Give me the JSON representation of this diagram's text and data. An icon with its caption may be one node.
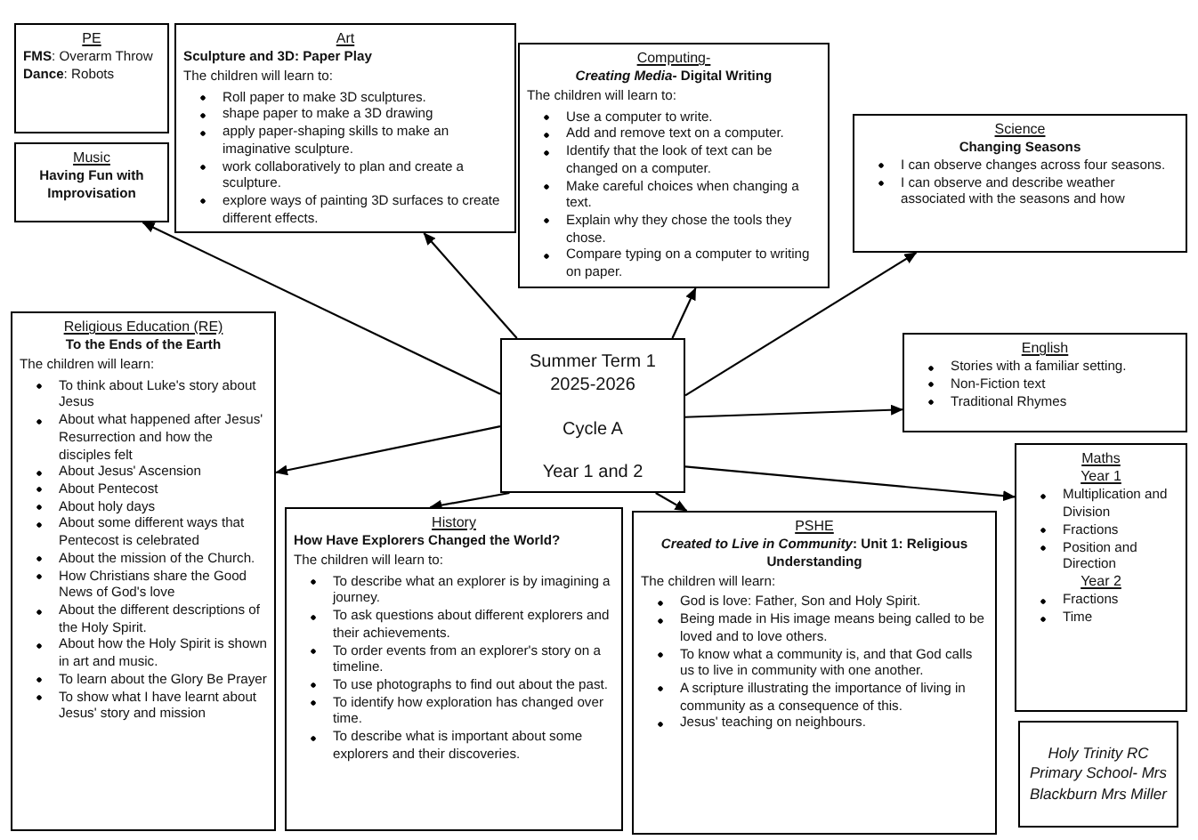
{
  "diagram": {
    "nodes": [
      {
        "text": [
          "PE",
          "**FMS**: Overarm Throw",
          "**Dance**: Robots"
        ]
      },
      {
        "text": [
          "Music",
          "Having Fun with Improvisation"
        ]
      },
      {
        "text": [
          "Art",
          "Sculpture and 3D: Paper Play",
          "The children will learn to:",
          "Roll paper to make 3D sculptures.",
          "shape paper to make a 3D drawing",
          "apply paper-shaping skills to make an imaginative sculpture.",
          "work collaboratively to plan and create a sculpture.",
          "explore ways of painting 3D surfaces to create different effects."
        ]
      },
      {
        "text": [
          "Computing-",
          "*Creating Media*- Digital Writing",
          "The children will learn to:",
          "Use a computer to write.",
          "Add and remove text on a computer.",
          "Identify that the look of text can be changed on a computer.",
          "Make careful choices when changing a text.",
          "Explain why they chose the tools they chose.",
          "Compare typing on a computer to writing on paper."
        ]
      },
      {
        "text": [
          "Science",
          "Changing Seasons",
          "I can observe changes across four seasons.",
          "I can observe and describe weather associated with the seasons and how"
        ]
      },
      {
        "text": [
          "Religious Education (RE)",
          "To the Ends of the Earth",
          "The children will learn:",
          "To think about Luke's story about Jesus",
          "About what happened after Jesus' Resurrection and how the disciples felt",
          "About Jesus' Ascension",
          "About Pentecost",
          "About holy days",
          "About some different ways that Pentecost is celebrated",
          "About the mission of the Church.",
          "How Christians share the Good News of God's love",
          "About the different descriptions of the Holy Spirit.",
          "About how the Holy Spirit is shown in art and music.",
          "To learn about the Glory Be Prayer",
          "To show what I have learnt about Jesus' story and mission"
        ]
      },
      {
        "text": [
          "Summer Term 1 2025-2026",
          "Cycle A",
          "Year 1 and 2"
        ]
      },
      {
        "text": [
          "English",
          "Stories with a familiar setting.",
          "Non-Fiction text",
          "Traditional Rhymes"
        ]
      },
      {
        "text": [
          "History",
          "How Have Explorers Changed the World?",
          "The children will learn to:",
          "To describe what an explorer is by imagining a journey.",
          "To ask questions about different explorers and their achievements.",
          "To order events from an explorer's story on a timeline.",
          "To use photographs to find out about the past.",
          "To identify how exploration has changed over time.",
          "To describe what is important about some explorers and their discoveries."
        ]
      },
      {
        "text": [
          "PSHE",
          "*Created to Live in Community*: Unit 1: Religious Understanding",
          "The children will learn:",
          "God is love: Father, Son and Holy Spirit.",
          "Being made in His image means being called to be loved and to love others.",
          "To know what a community is, and that God calls us to live in community with one another.",
          "A scripture illustrating the importance of living in community as a consequence of this.",
          "Jesus' teaching on neighbours."
        ]
      },
      {
        "text": [
          "Maths",
          "Year 1",
          "Multiplication and Division",
          "Fractions",
          "Position and Direction",
          "Year 2",
          "Fractions",
          "Time"
        ]
      },
      {
        "text": [
          "Holy Trinity RC Primary School- Mrs Blackburn Mrs Miller"
        ]
      }
    ],
    "edges": [
      {
        "from": 6,
        "to": 1,
        "arrow": "to"
      },
      {
        "from": 6,
        "to": 2,
        "arrow": "to"
      },
      {
        "from": 6,
        "to": 5,
        "arrow": "to"
      },
      {
        "from": 6,
        "to": 8,
        "arrow": "to"
      },
      {
        "from": 6,
        "to": 3,
        "arrow": "to"
      },
      {
        "from": 6,
        "to": 4,
        "arrow": "to"
      },
      {
        "from": 6,
        "to": 7,
        "arrow": "to"
      },
      {
        "from": 6,
        "to": 10,
        "arrow": "to"
      },
      {
        "from": 6,
        "to": 9,
        "arrow": "to"
      }
    ]
  }
}
